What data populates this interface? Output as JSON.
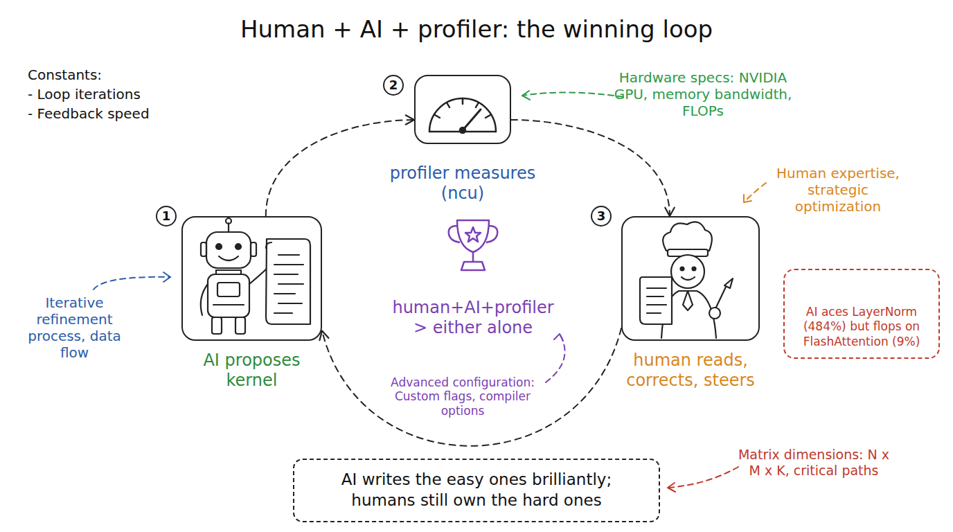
{
  "diagram": {
    "title": "Human + AI + profiler: the winning loop",
    "nodes": [
      {
        "text": [
          "AI proposes kernel"
        ]
      },
      {
        "text": [
          "profiler measures (ncu)"
        ]
      },
      {
        "text": [
          "human reads, corrects, steers"
        ]
      },
      {
        "text": [
          "AI aces LayerNorm (484%) but flops on FlashAttention (9%)"
        ]
      },
      {
        "text": [
          "AI writes the easy ones brilliantly; humans still own the hard ones"
        ]
      }
    ],
    "edges": [
      {
        "from": 0,
        "to": 1,
        "arrow": "to"
      },
      {
        "from": 1,
        "to": 2,
        "arrow": "to"
      },
      {
        "from": 2,
        "to": 0,
        "arrow": "to"
      }
    ],
    "labels": [
      "Constants:",
      "- Loop iterations",
      "- Feedback speed",
      "1",
      "2",
      "3",
      "Hardware specs: NVIDIA GPU, memory bandwidth, FLOPs",
      "Human expertise, strategic optimization",
      "Iterative refinement process, data flow",
      "human+AI+profiler > either alone",
      "Advanced configuration: Custom flags, compiler options",
      "Matrix dimensions: N x M x K, critical paths"
    ]
  }
}
